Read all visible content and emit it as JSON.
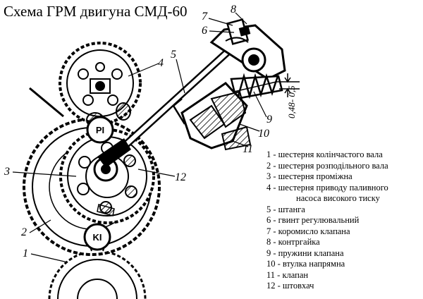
{
  "title": "Схема ГРМ двигуна СМД-60",
  "callouts": [
    "1",
    "2",
    "3",
    "4",
    "5",
    "6",
    "7",
    "8",
    "9",
    "10",
    "11",
    "12"
  ],
  "gear_labels": {
    "pi": "PI",
    "ki": "KI"
  },
  "valve_gap": "0,48- 0,5",
  "legend": [
    "1 - шестерня колінчастого вала",
    "2 - шестерня розподільного вала",
    "3 - шестерня проміжна",
    "4 - шестерня приводу паливного",
    "насоса високого тиску",
    "5 - штанга",
    "6 - гвинт регулювальний",
    "7 - коромисло клапана",
    "8 - контргайка",
    "9 - пружини клапана",
    "10 - втулка напрямна",
    "11 - клапан",
    "12 - штовхач"
  ]
}
